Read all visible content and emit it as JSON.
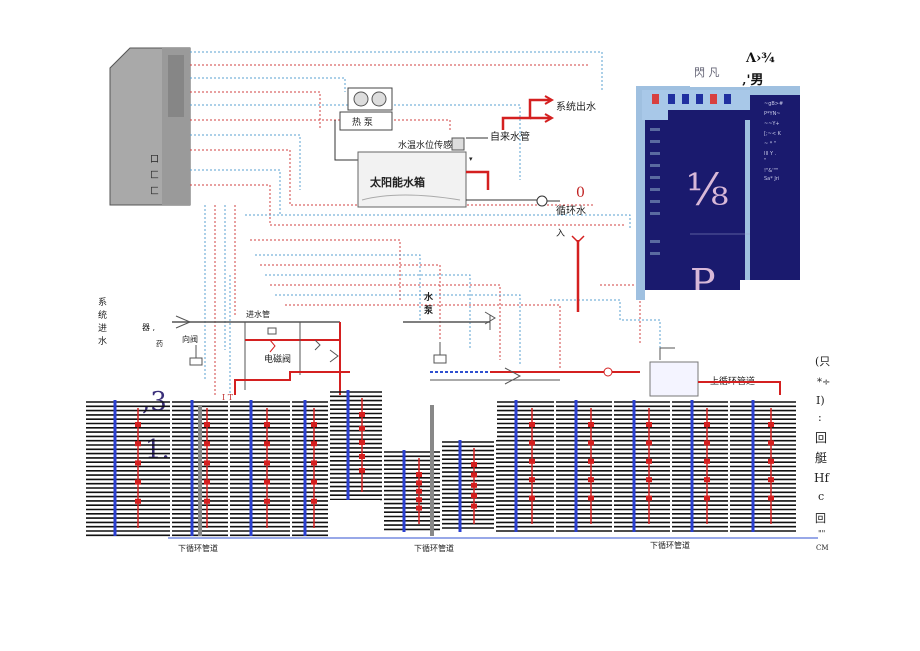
{
  "controller_label_chars": [
    "口",
    "匚",
    "匚"
  ],
  "heat_pump_label": "热 泵",
  "tank_sensor_label": "水温水位传感器",
  "tank_inner_label": "太阳能水箱",
  "right_labels": {
    "system_outlet": "系统出水",
    "tap_water_pipe": "自来水管",
    "zero": "0",
    "circ_water_in": "循环水",
    "circ_water_in_2": "入"
  },
  "left_labels": {
    "system_inlet": "系统进水",
    "filter": "器 ,",
    "filter_2": "药",
    "check_valve": "向阀",
    "inlet_pipe": "进水管",
    "solenoid_valve": "电磁阀",
    "pump": "水泵",
    "upper_loop": "上循环管道",
    "it": "I T"
  },
  "bottom_labels": [
    "下循环管道",
    "下循环管道",
    "下循环管道"
  ],
  "big_numbers": {
    "n1": ",3",
    "n2": "1."
  },
  "panel": {
    "title": "Λ›¾",
    "subtitle": "‚'男",
    "fraction": "⅛",
    "letter": "P",
    "menu_items": [
      "~gB>#",
      "P*YN~",
      "~~Y+",
      "[;~< K",
      "~ * \"",
      "III Y .",
      "\"",
      "!\"&'\"\"",
      "Sa* Jri"
    ]
  },
  "right_side_text": [
    "(只",
    "*÷",
    "I)",
    ":",
    "回",
    "艇",
    "Hf",
    "c",
    "回",
    "\"\"",
    "CM"
  ],
  "colors": {
    "blue_panel": "#1a1a6e",
    "red_pipe": "#d42020",
    "blue_pipe": "#2a3fd0",
    "controller_gray": "#a8a8a8"
  }
}
